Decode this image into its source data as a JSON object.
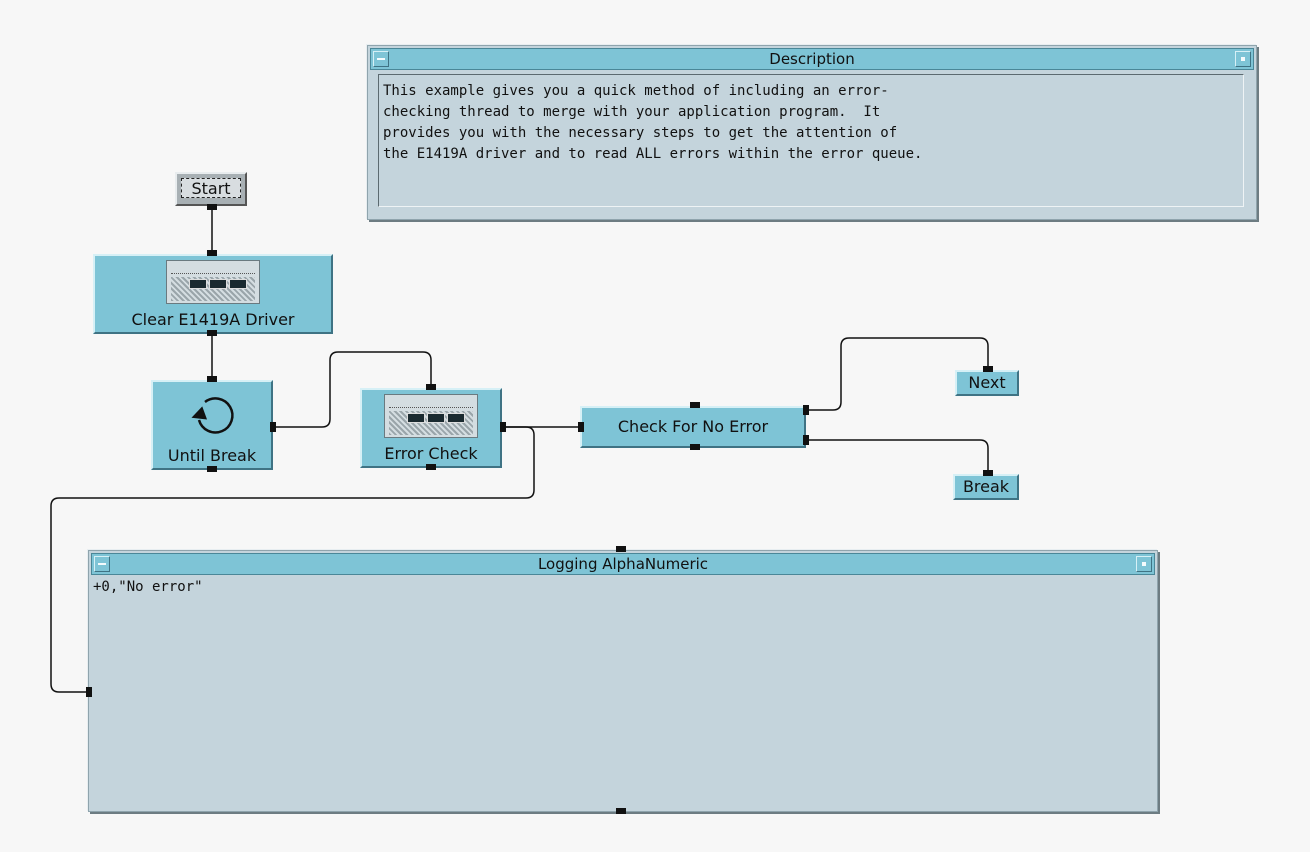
{
  "description_panel": {
    "title": "Description",
    "text": "This example gives you a quick method of including an error-\nchecking thread to merge with your application program.  It\nprovides you with the necessary steps to get the attention of\nthe E1419A driver and to read ALL errors within the error queue."
  },
  "nodes": {
    "start": "Start",
    "clear_driver": "Clear E1419A Driver",
    "until_break": "Until Break",
    "error_check": "Error Check",
    "check_no_error": "Check For No Error",
    "next": "Next",
    "break": "Break"
  },
  "log_panel": {
    "title": "Logging AlphaNumeric",
    "text": "+0,\"No error\""
  },
  "icons": {
    "loop": "loop-arrow-icon",
    "instrument": "instrument-panel-icon"
  },
  "colors": {
    "node": "#7ec4d6",
    "panel": "#c4d4dc",
    "background": "#f7f7f7"
  }
}
